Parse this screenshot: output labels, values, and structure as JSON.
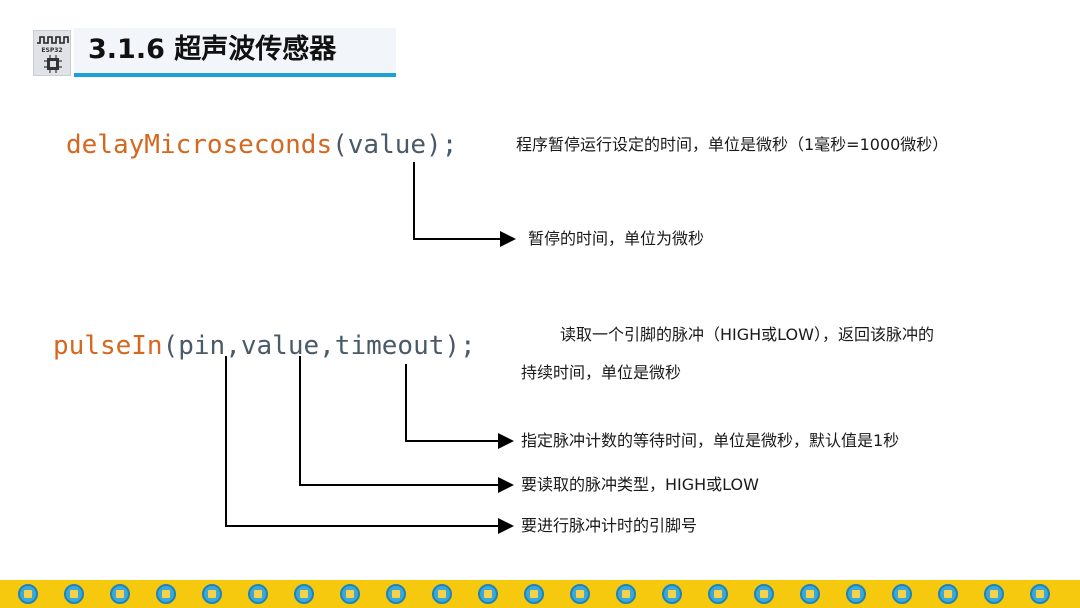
{
  "header": {
    "logo_label": "ESP32",
    "logo_icon": "esp32-chip-icon",
    "title": "3.1.6 超声波传感器",
    "accent_color": "#1e9fd8"
  },
  "delay": {
    "function_name": "delayMicroseconds",
    "open_paren": "(",
    "param": "value",
    "close": ");",
    "description": "程序暂停运行设定的时间，单位是微秒（1毫秒=1000微秒）",
    "param_note": "暂停的时间，单位为微秒"
  },
  "pulse": {
    "function_name": "pulseIn",
    "open_paren": "(",
    "param_pin": "pin",
    "comma1": ",",
    "param_value": "value",
    "comma2": ",",
    "param_timeout": "timeout",
    "close": ");",
    "description_line1": "读取一个引脚的脉冲（HIGH或LOW），返回该脉冲的",
    "description_line2": "持续时间，单位是微秒",
    "timeout_note": "指定脉冲计数的等待时间，单位是微秒，默认值是1秒",
    "value_note": "要读取的脉冲类型，HIGH或LOW",
    "pin_note": "要进行脉冲计时的引脚号"
  },
  "colors": {
    "function": "#d4681f",
    "argument": "#4a5a68",
    "footer": "#f6c90e"
  }
}
